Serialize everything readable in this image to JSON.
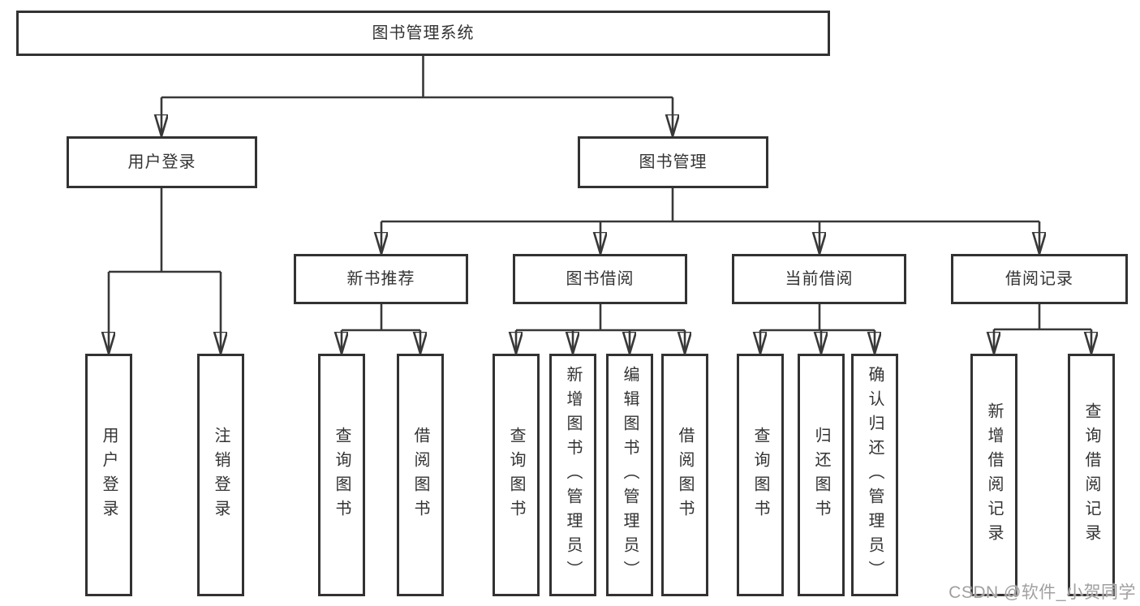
{
  "watermark": "CSDN @软件_小贺同学",
  "colors": {
    "line": "#383838",
    "box_border": "#323232",
    "text": "#333333",
    "background": "#ffffff",
    "watermark_text": "#a0a0a0"
  },
  "tree": {
    "root": {
      "label": "图书管理系统"
    },
    "branches": [
      {
        "label": "用户登录",
        "children": [
          {
            "label": "用户登录"
          },
          {
            "label": "注销登录"
          }
        ]
      },
      {
        "label": "图书管理",
        "children": [
          {
            "label": "新书推荐",
            "children": [
              {
                "label": "查询图书"
              },
              {
                "label": "借阅图书"
              }
            ]
          },
          {
            "label": "图书借阅",
            "children": [
              {
                "label": "查询图书"
              },
              {
                "label": "新增图书（管理员）"
              },
              {
                "label": "编辑图书（管理员）"
              },
              {
                "label": "借阅图书"
              }
            ]
          },
          {
            "label": "当前借阅",
            "children": [
              {
                "label": "查询图书"
              },
              {
                "label": "归还图书"
              },
              {
                "label": "确认归还（管理员）"
              }
            ]
          },
          {
            "label": "借阅记录",
            "children": [
              {
                "label": "新增借阅记录"
              },
              {
                "label": "查询借阅记录"
              }
            ]
          }
        ]
      }
    ]
  }
}
